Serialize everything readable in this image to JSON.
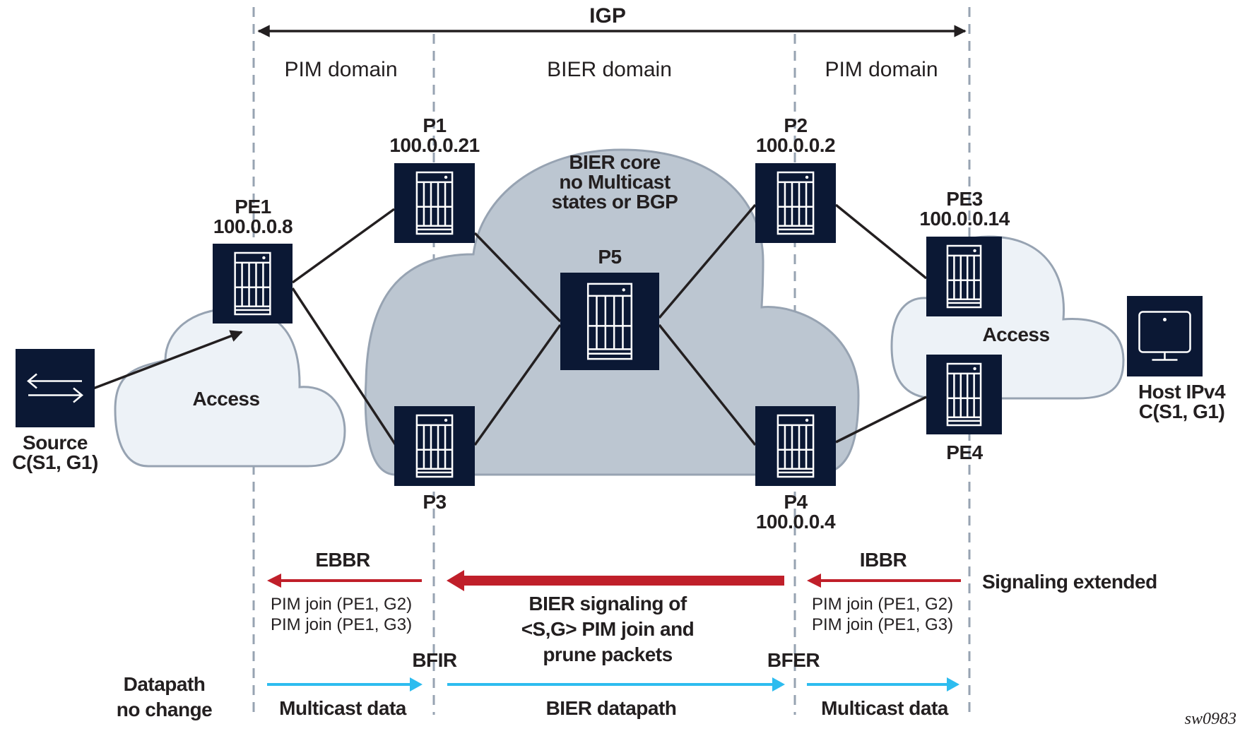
{
  "figure_id": "sw0983",
  "colors": {
    "device_fill": "#0b1834",
    "core_cloud_fill": "#bcc6d1",
    "access_cloud_fill": "#edf2f7",
    "cloud_stroke": "#97a3b2",
    "domain_divider": "#97a3b2",
    "signaling_arrow": "#c01f2a",
    "data_arrow": "#2dbcef",
    "link": "#231f20"
  },
  "top": {
    "igp_label": "IGP",
    "domains": [
      "PIM domain",
      "BIER domain",
      "PIM domain"
    ]
  },
  "core": {
    "label_lines": [
      "BIER core",
      "no Multicast",
      "states or BGP"
    ]
  },
  "access_clouds": {
    "left_label": "Access",
    "right_label": "Access"
  },
  "nodes": {
    "source": {
      "name": "Source",
      "detail": "C(S1, G1)",
      "icon": "bidirectional-arrows-icon"
    },
    "pe1": {
      "name": "PE1",
      "ip": "100.0.0.8",
      "icon": "router-chassis-icon"
    },
    "p1": {
      "name": "P1",
      "ip": "100.0.0.21",
      "icon": "router-chassis-icon"
    },
    "p2": {
      "name": "P2",
      "ip": "100.0.0.2",
      "icon": "router-chassis-icon"
    },
    "p3": {
      "name": "P3",
      "icon": "router-chassis-icon"
    },
    "p4": {
      "name": "P4",
      "ip": "100.0.0.4",
      "icon": "router-chassis-icon"
    },
    "p5": {
      "name": "P5",
      "icon": "router-chassis-icon"
    },
    "pe3": {
      "name": "PE3",
      "ip": "100.0.0.14",
      "icon": "router-chassis-icon"
    },
    "pe4": {
      "name": "PE4",
      "icon": "router-chassis-icon"
    },
    "host": {
      "name": "Host IPv4",
      "detail": "C(S1, G1)",
      "icon": "monitor-icon"
    }
  },
  "bottom": {
    "ebbr": "EBBR",
    "ibbr": "IBBR",
    "left_joins": [
      "PIM join (PE1, G2)",
      "PIM join (PE1, G3)"
    ],
    "right_joins": [
      "PIM join (PE1, G2)",
      "PIM join (PE1, G3)"
    ],
    "bier_signaling_lines": [
      "BIER signaling of",
      "<S,G> PIM join and",
      "prune packets"
    ],
    "signaling_extended": "Signaling extended",
    "bfir": "BFIR",
    "bfer": "BFER",
    "datapath_lines": [
      "Datapath",
      "no change"
    ],
    "multicast_data_left": "Multicast data",
    "bier_datapath": "BIER datapath",
    "multicast_data_right": "Multicast data"
  }
}
